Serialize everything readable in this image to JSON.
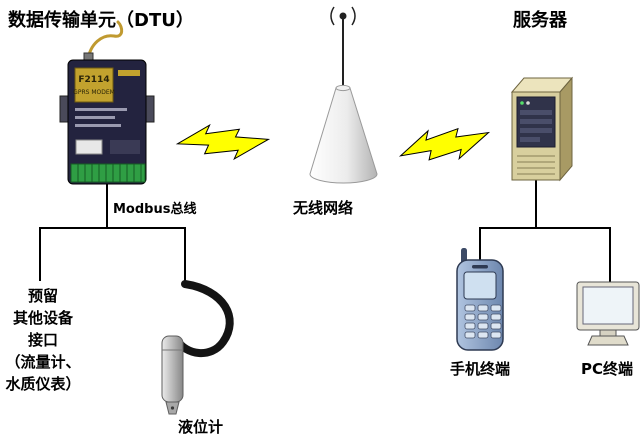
{
  "diagram": {
    "dtu_title": "数据传输单元（DTU）",
    "server_title": "服务器",
    "wireless_label": "无线网络",
    "modbus_label": "Modbus总线",
    "reserved_lines": [
      "预留",
      "其他设备",
      "接口",
      "（流量计、",
      "水质仪表）"
    ],
    "level_meter_label": "液位计",
    "phone_label": "手机终端",
    "pc_label": "PC终端",
    "dtu_device_label": "F2114",
    "dtu_device_sub": "GPRS MODEM"
  },
  "icons": {
    "lightning": "yellow-zigzag-bolt",
    "wireless_antenna": "dot-with-radiating-arcs",
    "tower": "white-cone-mast",
    "dtu": "dark-modem-box-with-green-terminal",
    "server": "beige-tower-server",
    "phone": "blue-mobile-phone",
    "pc": "crt-monitor",
    "level_sensor": "cable-and-gray-probe"
  },
  "colors": {
    "lightning": "#ffff00",
    "connector_line": "#000000",
    "dtu_body": "#23233f",
    "dtu_label_plate": "#c2a22e",
    "terminal_block": "#2f9e44",
    "tower_cone": "#d9d9d9",
    "server_front": "#d8cf9e",
    "server_side": "#a89a64",
    "server_top": "#ece4bd",
    "phone_body": "#8fa9cb",
    "monitor_body": "#e8e5d8",
    "probe": "#b8b8b8"
  }
}
